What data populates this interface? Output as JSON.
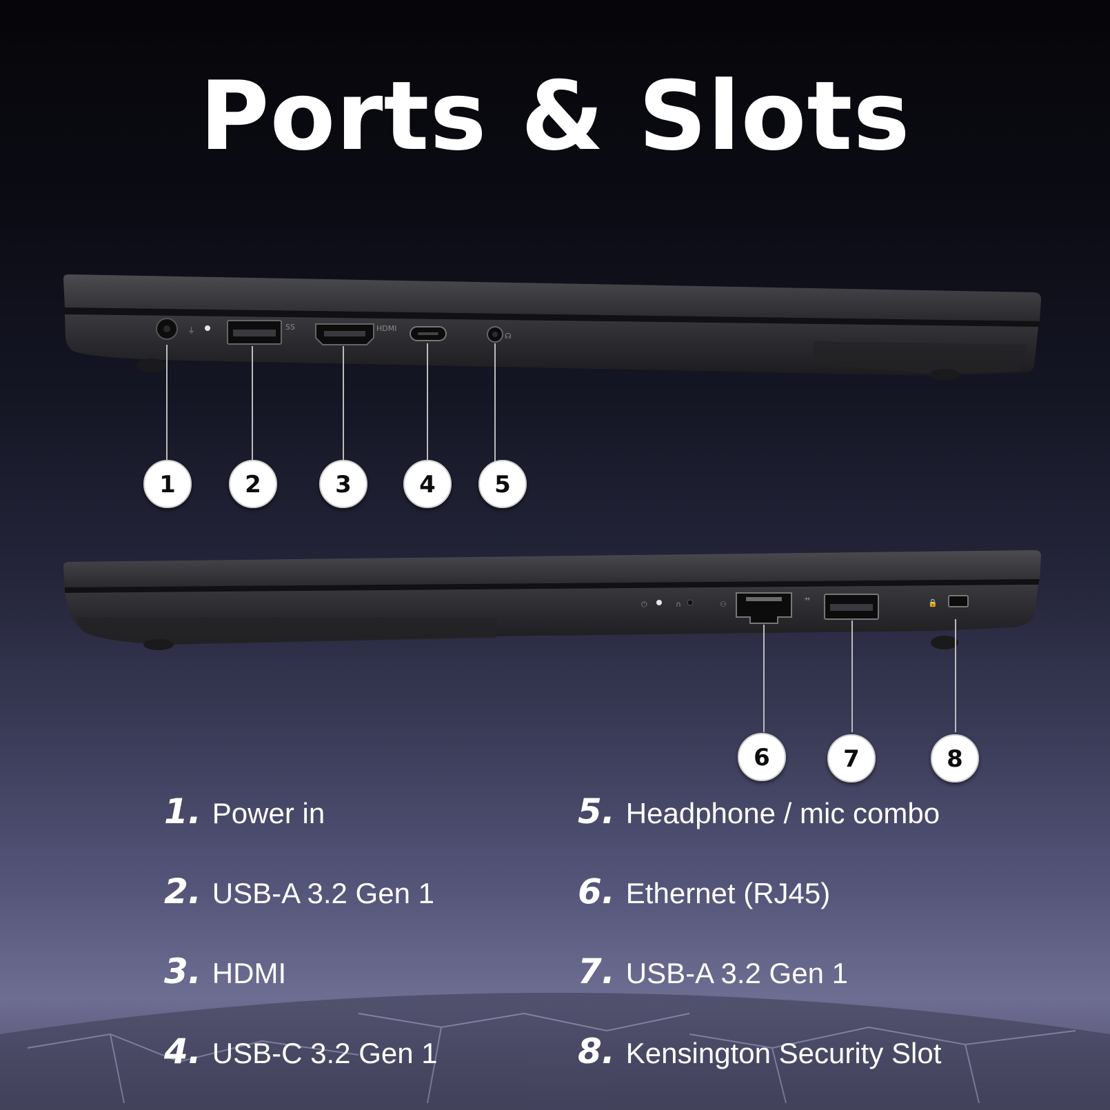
{
  "title": "Ports & Slots",
  "port_labels": {
    "ss": "SS",
    "hdmi": "HDMI"
  },
  "callouts": [
    "1",
    "2",
    "3",
    "4",
    "5",
    "6",
    "7",
    "8"
  ],
  "legend": [
    {
      "num": "1.",
      "label": "Power in"
    },
    {
      "num": "2.",
      "label": "USB-A 3.2 Gen 1"
    },
    {
      "num": "3.",
      "label": "HDMI"
    },
    {
      "num": "4.",
      "label": "USB-C 3.2 Gen 1"
    },
    {
      "num": "5.",
      "label": "Headphone / mic combo"
    },
    {
      "num": "6.",
      "label": "Ethernet (RJ45)"
    },
    {
      "num": "7.",
      "label": "USB-A 3.2 Gen 1"
    },
    {
      "num": "8.",
      "label": "Kensington Security Slot"
    }
  ],
  "colors": {
    "laptop_body": "#2a2a2d",
    "laptop_edge": "#4a4a4e",
    "callout_fill": "#ffffff",
    "callout_text": "#111111",
    "leader_line": "#bdbdbd"
  }
}
